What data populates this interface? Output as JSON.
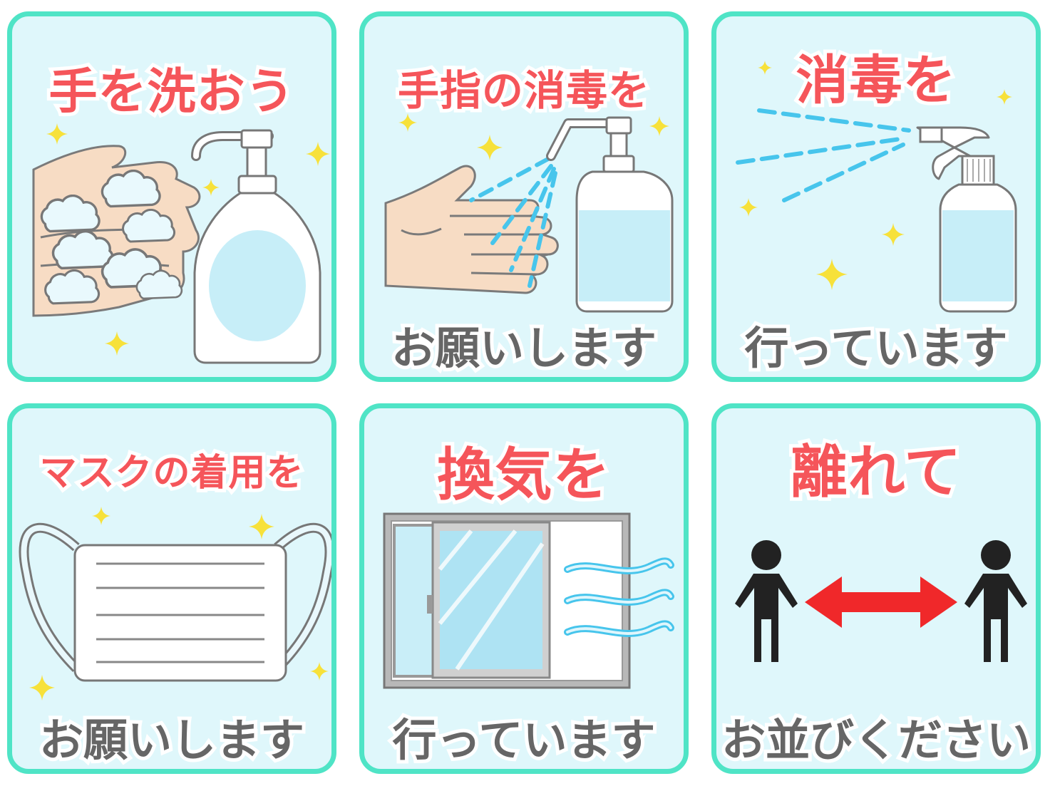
{
  "panels": [
    {
      "title": "手を洗おう",
      "caption": ""
    },
    {
      "title": "手指の消毒を",
      "caption": "お願いします"
    },
    {
      "title": "消毒を",
      "caption": "行っています"
    },
    {
      "title": "マスクの着用を",
      "caption": "お願いします"
    },
    {
      "title": "換気を",
      "caption": "行っています"
    },
    {
      "title": "離れて",
      "caption": "お並びください"
    }
  ],
  "colors": {
    "border": "#4fe4c6",
    "panel_bg": "#dff7fb",
    "title": "#f5555a",
    "caption": "#666666",
    "sparkle": "#f7e13a",
    "spray": "#47c5ec",
    "arrow": "#f0282a",
    "person": "#222222"
  },
  "icons": {
    "panel_1": [
      "bubbly-hands-icon",
      "soap-pump-bottle-icon",
      "sparkle-icon"
    ],
    "panel_2": [
      "hand-icon",
      "spray-mist-icon",
      "sanitizer-pump-bottle-icon",
      "sparkle-icon"
    ],
    "panel_3": [
      "spray-mist-icon",
      "spray-bottle-icon",
      "sparkle-icon"
    ],
    "panel_4": [
      "face-mask-icon",
      "sparkle-icon"
    ],
    "panel_5": [
      "sliding-window-icon",
      "wind-icon"
    ],
    "panel_6": [
      "person-icon",
      "double-arrow-icon",
      "person-icon"
    ]
  }
}
